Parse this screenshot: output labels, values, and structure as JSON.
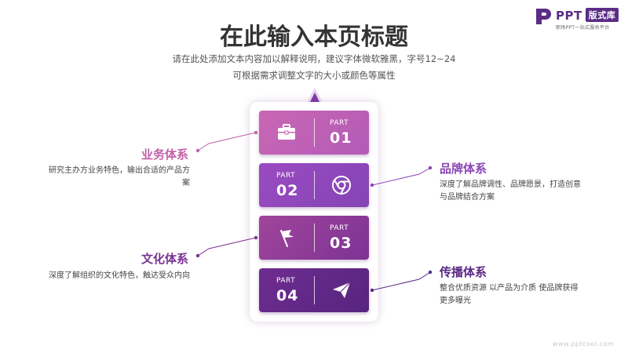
{
  "logo": {
    "brand": "PPT",
    "brand_box": "版式库",
    "slogan": "职场PPT一站式服务平台"
  },
  "title": "在此输入本页标题",
  "subtitle_lines": [
    "请在此处添加文本内容加以解释说明，建议字体微软雅黑，字号12~24",
    "可根据需求调整文字的大小或颜色等属性"
  ],
  "cards": [
    {
      "part": "PART",
      "number": "01",
      "icon": "briefcase-icon",
      "color": "#c967b3"
    },
    {
      "part": "PART",
      "number": "02",
      "icon": "chrome-icon",
      "color": "#9a4bc1"
    },
    {
      "part": "PART",
      "number": "03",
      "icon": "flag-icon",
      "color": "#a0459a"
    },
    {
      "part": "PART",
      "number": "04",
      "icon": "paper-plane-icon",
      "color": "#6e2c8f"
    }
  ],
  "blocks": [
    {
      "title": "业务体系",
      "desc": "研究主办方业务特色，输出合适的产品方案",
      "color": "#c160a8"
    },
    {
      "title": "品牌体系",
      "desc": "深度了解品牌调性、品牌愿景，打造创意与品牌结合方案",
      "color": "#8a45b6"
    },
    {
      "title": "文化体系",
      "desc": "深度了解组织的文化特色，触达受众内向",
      "color": "#7a3293"
    },
    {
      "title": "传播体系",
      "desc": "整合优质资源 以产品为介质 使品牌获得更多曝光",
      "color": "#5a2782"
    }
  ],
  "watermark": "www.pptcool.com"
}
